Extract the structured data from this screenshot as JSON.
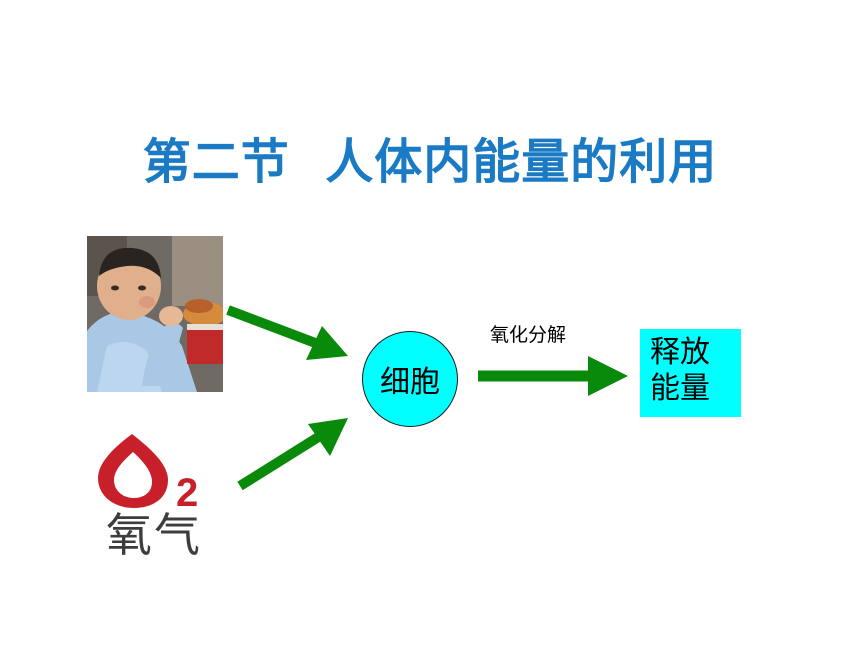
{
  "title": "第二节  人体内能量的利用",
  "inputs": {
    "food_photo": "child-eating-photo",
    "oxygen": {
      "symbol": "O",
      "subscript": "2",
      "label": "氧气"
    }
  },
  "process": {
    "node_label": "细胞",
    "edge_label": "氧化分解"
  },
  "result": {
    "line1": "释放",
    "line2": "能量"
  },
  "colors": {
    "title": "#1a7bc4",
    "arrow": "#0a8a0a",
    "node_fill": "#00ffff",
    "o2_red": "#c8202a",
    "o2_label": "#3d3d3d"
  }
}
